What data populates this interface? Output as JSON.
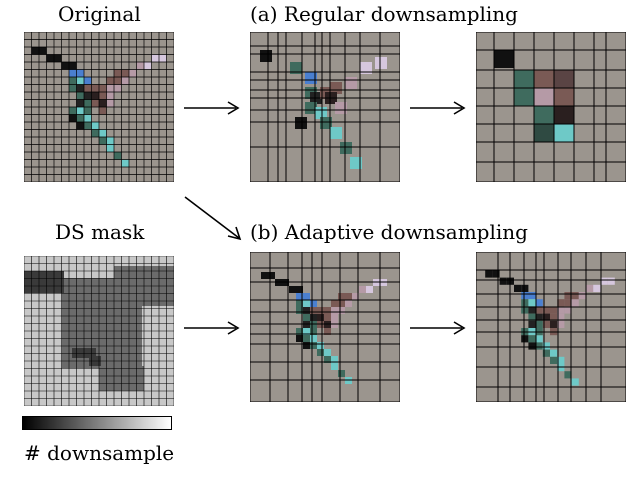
{
  "labels": {
    "original": "Original",
    "regular": "(a) Regular downsampling",
    "ds_mask": "DS mask",
    "adaptive": "(b) Adaptive downsampling",
    "colorbar_caption": "# downsample"
  },
  "colors": {
    "background_gray": "#9b958e",
    "grid_line": "#000000",
    "bird_cyan": "#6ec9c7",
    "bird_teal": "#3f6b5e",
    "bird_blue": "#4a7fd0",
    "bird_brown": "#7a5a55",
    "bird_mauve": "#b59aa6",
    "bird_lavender": "#d6c7de",
    "mask_light": "#c8c8c8",
    "mask_mid": "#6b6b6b",
    "mask_dark": "#3a3a3a"
  },
  "panels": [
    {
      "id": "original",
      "icon": "hummingbird-pixel-image"
    },
    {
      "id": "regular-downsampled",
      "icon": "hummingbird-pixel-image"
    },
    {
      "id": "regular-upsampled",
      "icon": "hummingbird-pixel-image"
    },
    {
      "id": "ds-mask",
      "icon": "downsample-mask-image"
    },
    {
      "id": "adaptive-downsampled",
      "icon": "hummingbird-pixel-image"
    },
    {
      "id": "adaptive-upsampled",
      "icon": "hummingbird-pixel-image"
    }
  ],
  "colorbar": {
    "from": "#000000",
    "to": "#ffffff"
  }
}
